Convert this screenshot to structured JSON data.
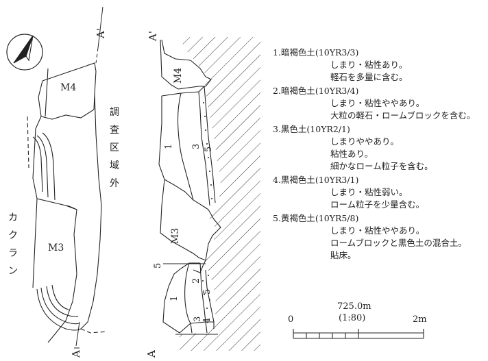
{
  "plan_labels": {
    "section_top": "A'",
    "section_bottom": "A",
    "fill_upper": "M4",
    "fill_lower": "M3",
    "outside_area": [
      "調",
      "査",
      "区",
      "域",
      "外"
    ],
    "kakuran": [
      "カ",
      "ク",
      "ラ",
      "ン"
    ]
  },
  "section_labels": {
    "section_top": "A'",
    "section_bottom": "A",
    "fill_upper": "M4",
    "fill_lower": "M3",
    "layer_numbers": [
      "1",
      "3",
      "5",
      "5",
      "1",
      "2",
      "3",
      "4",
      "5"
    ]
  },
  "legend": [
    {
      "title": "1.暗褐色土(10YR3/3)",
      "desc": [
        "しまり・粘性あり。",
        "軽石を多量に含む。"
      ]
    },
    {
      "title": "2.暗褐色土(10YR3/4)",
      "desc": [
        "しまり・粘性ややあり。",
        "大粒の軽石・ロームブロックを含む。"
      ]
    },
    {
      "title": "3.黒色土(10YR2/1)",
      "desc": [
        "しまりややあり。",
        "粘性あり。",
        "細かなローム粒子を含む。"
      ]
    },
    {
      "title": "4.黒褐色土(10YR3/1)",
      "desc": [
        "しまり・粘性弱い。",
        "ローム粒子を少量含む。"
      ]
    },
    {
      "title": "5.黄褐色土(10YR5/8)",
      "desc": [
        "しまり・粘性ややあり。",
        "ロームブロックと黒色土の混合土。",
        "貼床。"
      ]
    }
  ],
  "scale": {
    "elevation": "725.0m",
    "ratio": "(1:80)",
    "start": "0",
    "end": "2m"
  },
  "north_arrow": "north-arrow-icon",
  "colors": {
    "ink": "#222222",
    "paper": "#ffffff"
  }
}
